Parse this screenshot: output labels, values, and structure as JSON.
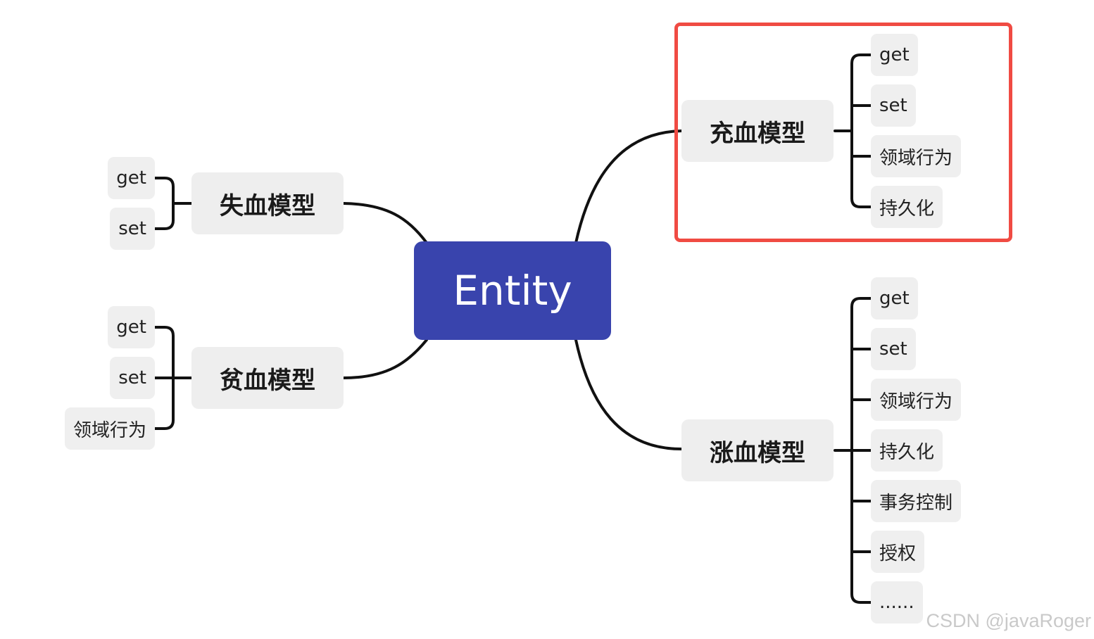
{
  "root": {
    "label": "Entity"
  },
  "anemic": {
    "title": "失血模型",
    "children": [
      "get",
      "set"
    ]
  },
  "poor": {
    "title": "贫血模型",
    "children": [
      "get",
      "set",
      "领域行为"
    ]
  },
  "rich": {
    "title": "充血模型",
    "children": [
      "get",
      "set",
      "领域行为",
      "持久化"
    ]
  },
  "bloated": {
    "title": "涨血模型",
    "children": [
      "get",
      "set",
      "领域行为",
      "持久化",
      "事务控制",
      "授权",
      "......"
    ]
  },
  "watermark": "CSDN @javaRoger",
  "colors": {
    "root_fill": "#3944ad",
    "node_fill": "#eeeeee",
    "connector": "#111111",
    "highlight_border": "#f04b43"
  }
}
